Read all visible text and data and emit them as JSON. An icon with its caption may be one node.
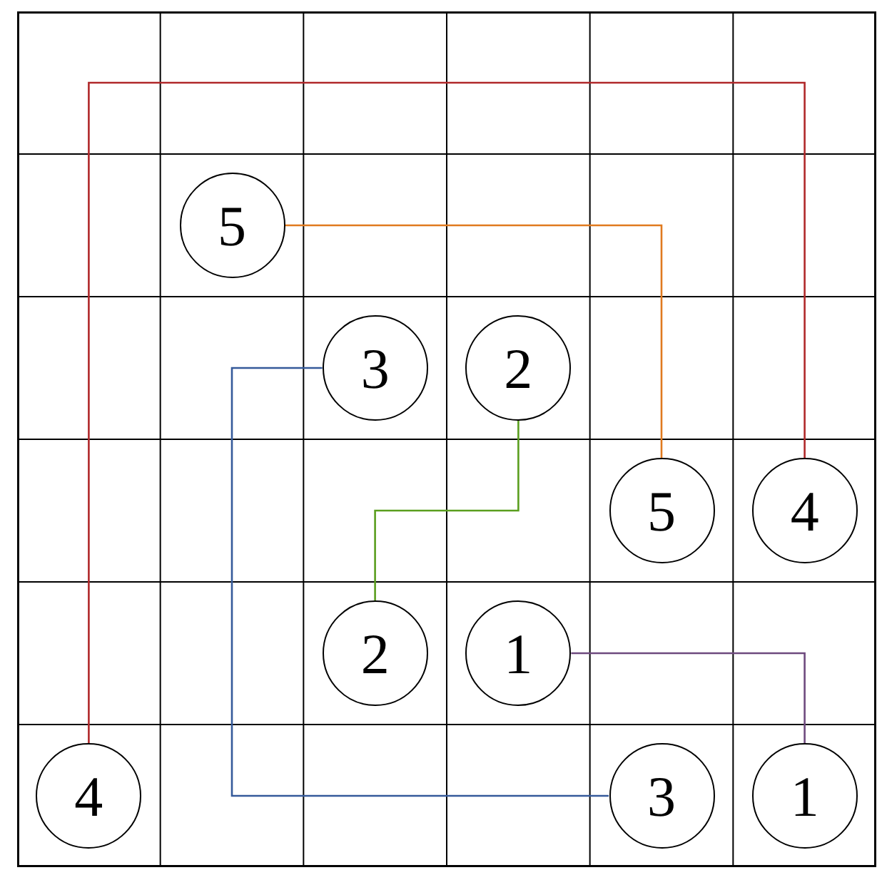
{
  "diagram": {
    "nodes": [
      {
        "text": [
          "5"
        ]
      },
      {
        "text": [
          "3"
        ]
      },
      {
        "text": [
          "2"
        ]
      },
      {
        "text": [
          "5"
        ]
      },
      {
        "text": [
          "4"
        ]
      },
      {
        "text": [
          "2"
        ]
      },
      {
        "text": [
          "1"
        ]
      },
      {
        "text": [
          "4"
        ]
      },
      {
        "text": [
          "3"
        ]
      },
      {
        "text": [
          "1"
        ]
      }
    ],
    "edges": [
      {
        "from": 7,
        "to": 4,
        "arrow": "none",
        "color": "#b0282a"
      },
      {
        "from": 0,
        "to": 3,
        "arrow": "none",
        "color": "#e07a1f"
      },
      {
        "from": 1,
        "to": 8,
        "arrow": "none",
        "color": "#355a9a"
      },
      {
        "from": 2,
        "to": 5,
        "arrow": "none",
        "color": "#5a9e1e"
      },
      {
        "from": 6,
        "to": 9,
        "arrow": "none",
        "color": "#6e4a7e"
      }
    ]
  }
}
